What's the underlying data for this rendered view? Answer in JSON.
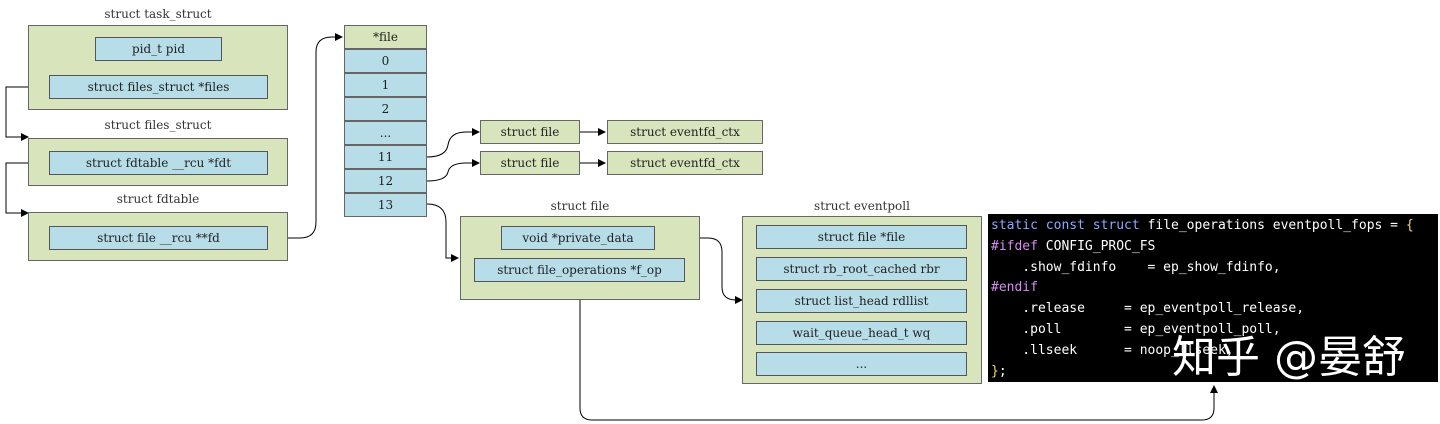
{
  "task_struct": {
    "title": "struct task_struct",
    "fields": [
      "pid_t pid",
      "struct files_struct *files"
    ]
  },
  "files_struct": {
    "title": "struct files_struct",
    "fields": [
      "struct fdtable __rcu *fdt"
    ]
  },
  "fdtable": {
    "title": "struct fdtable",
    "fields": [
      "struct file __rcu **fd"
    ]
  },
  "fd_array": {
    "header": "*file",
    "cells": [
      "0",
      "1",
      "2",
      "...",
      "11",
      "12",
      "13"
    ]
  },
  "file_rows": [
    {
      "file": "struct file",
      "ctx": "struct eventfd_ctx"
    },
    {
      "file": "struct file",
      "ctx": "struct eventfd_ctx"
    }
  ],
  "file_struct": {
    "title": "struct file",
    "fields": [
      "void *private_data",
      "struct file_operations *f_op"
    ]
  },
  "eventpoll": {
    "title": "struct eventpoll",
    "fields": [
      "struct file *file",
      "struct rb_root_cached rbr",
      "struct list_head rdllist",
      "wait_queue_head_t wq",
      "..."
    ]
  },
  "code": {
    "l1_kw": "static const struct",
    "l1_rest": " file_operations eventpoll_fops = ",
    "l1_brace": "{",
    "l2_pp": "#ifdef",
    "l2_rest": " CONFIG_PROC_FS",
    "l3": "    .show_fdinfo    = ep_show_fdinfo,",
    "l4_pp": "#endif",
    "l5": "    .release     = ep_eventpoll_release,",
    "l6": "    .poll        = ep_eventpoll_poll,",
    "l7": "    .llseek      = noop_llseek,",
    "l8_brace": "}",
    "l8_rest": ";"
  },
  "watermark": "知乎 @晏舒"
}
